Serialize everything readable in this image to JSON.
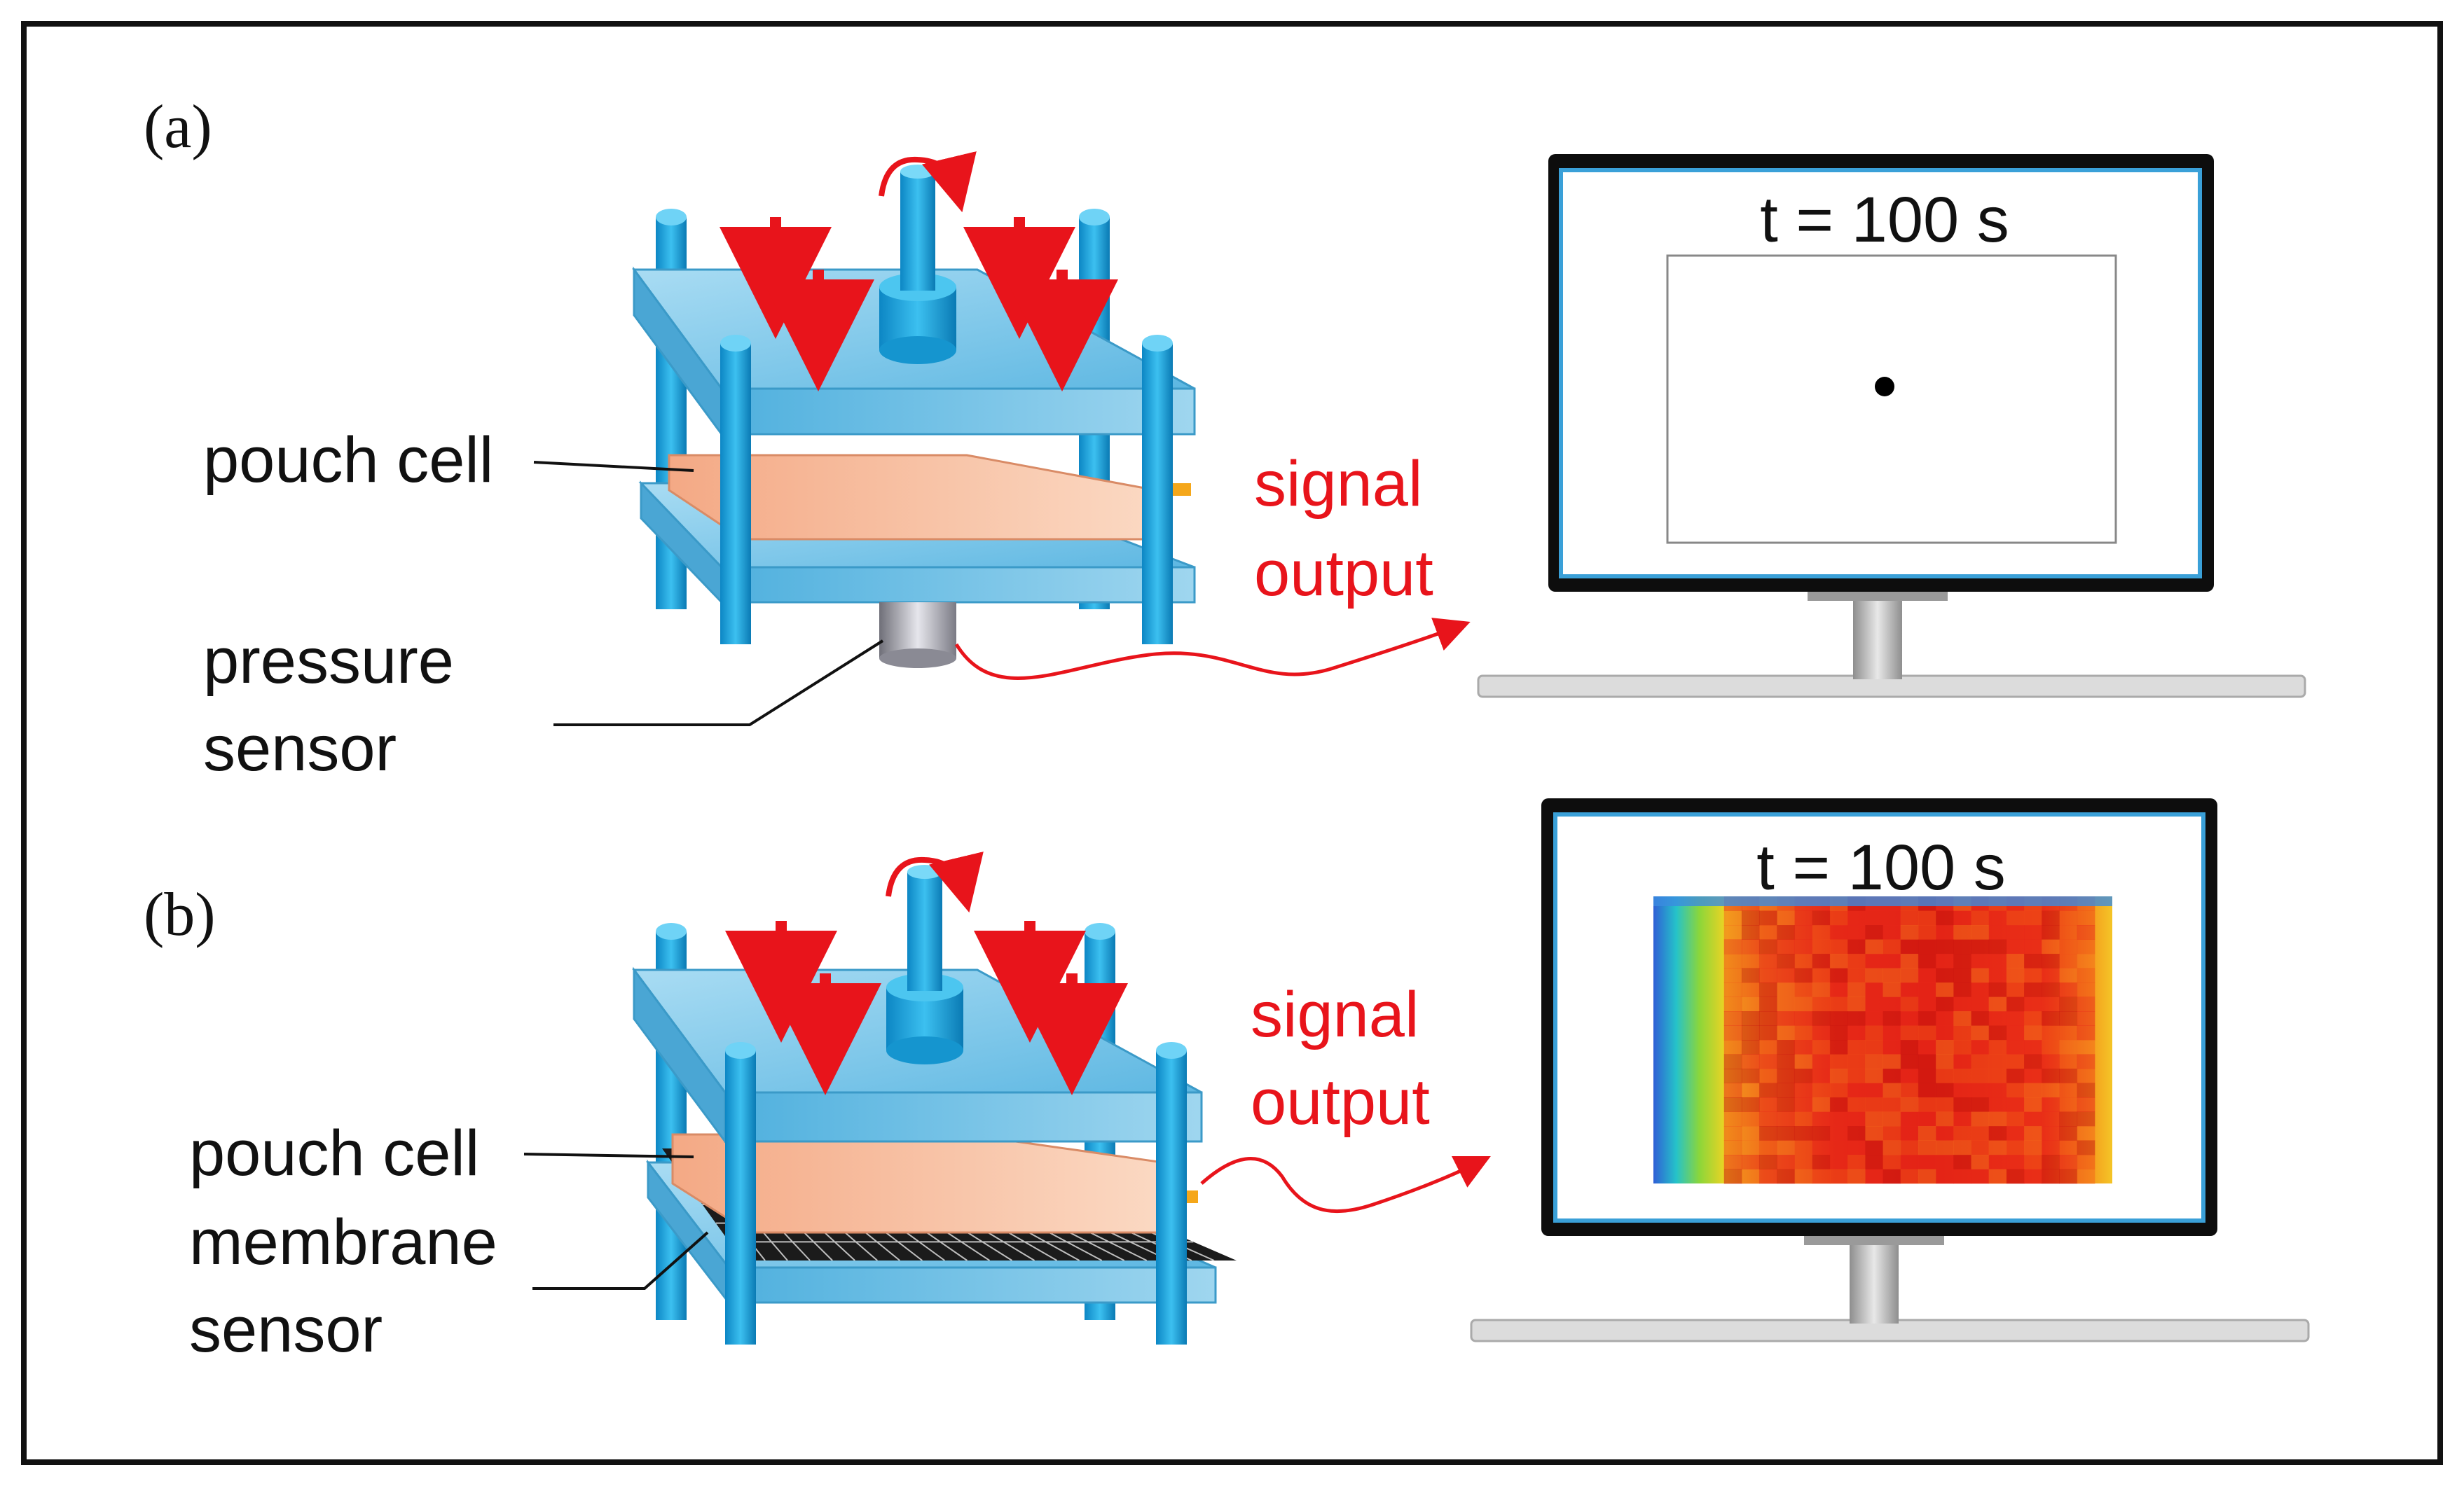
{
  "panel_a": {
    "label": "(a)",
    "pouch_cell_label": "pouch cell",
    "sensor_label_line1": "pressure",
    "sensor_label_line2": "sensor",
    "signal_line1": "signal",
    "signal_line2": "output",
    "screen_time": "t = 100 s"
  },
  "panel_b": {
    "label": "(b)",
    "pouch_cell_label": "pouch cell",
    "sensor_label_line1": "membrane",
    "sensor_label_line2": "sensor",
    "signal_line1": "signal",
    "signal_line2": "output",
    "screen_time": "t = 100 s"
  },
  "colors": {
    "plate": "#7cc8ea",
    "post": "#1aa3dd",
    "pouch": "#f7c4a3",
    "arrow": "#e8141b",
    "signal_text": "#e8141b",
    "monitor_frame": "#0d0d0d",
    "screen_border": "#3aa0d8"
  }
}
